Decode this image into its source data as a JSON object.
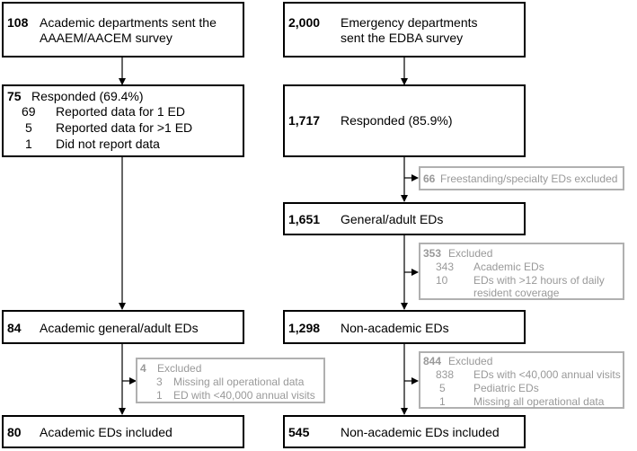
{
  "left": {
    "b1": {
      "num": "108",
      "text": "Academic departments sent the AAAEM/AACEM survey"
    },
    "b2": {
      "num": "75",
      "text": "Responded (69.4%)",
      "rows": [
        {
          "n": "69",
          "t": "Reported data for 1 ED"
        },
        {
          "n": "5",
          "t": "Reported data for >1 ED"
        },
        {
          "n": "1",
          "t": "Did not report data"
        }
      ]
    },
    "b3": {
      "num": "84",
      "text": "Academic general/adult EDs"
    },
    "ex1": {
      "num": "4",
      "text": "Excluded",
      "rows": [
        {
          "n": "3",
          "t": "Missing all operational data"
        },
        {
          "n": "1",
          "t": "ED with <40,000 annual visits"
        }
      ]
    },
    "b4": {
      "num": "80",
      "text": "Academic EDs included"
    }
  },
  "right": {
    "b1": {
      "num": "2,000",
      "text": "Emergency departments sent the EDBA survey"
    },
    "b2": {
      "num": "1,717",
      "text": "Responded (85.9%)"
    },
    "ex1": {
      "num": "66",
      "text": "Freestanding/specialty EDs excluded"
    },
    "b3": {
      "num": "1,651",
      "text": "General/adult EDs"
    },
    "ex2": {
      "num": "353",
      "text": "Excluded",
      "rows": [
        {
          "n": "343",
          "t": "Academic EDs"
        },
        {
          "n": "10",
          "t": "EDs with >12 hours of daily resident coverage"
        }
      ]
    },
    "b4": {
      "num": "1,298",
      "text": "Non-academic EDs"
    },
    "ex3": {
      "num": "844",
      "text": "Excluded",
      "rows": [
        {
          "n": "838",
          "t": "EDs with <40,000 annual visits"
        },
        {
          "n": "5",
          "t": "Pediatric EDs"
        },
        {
          "n": "1",
          "t": "Missing all operational data"
        }
      ]
    },
    "b5": {
      "num": "545",
      "text": "Non-academic EDs included"
    }
  }
}
